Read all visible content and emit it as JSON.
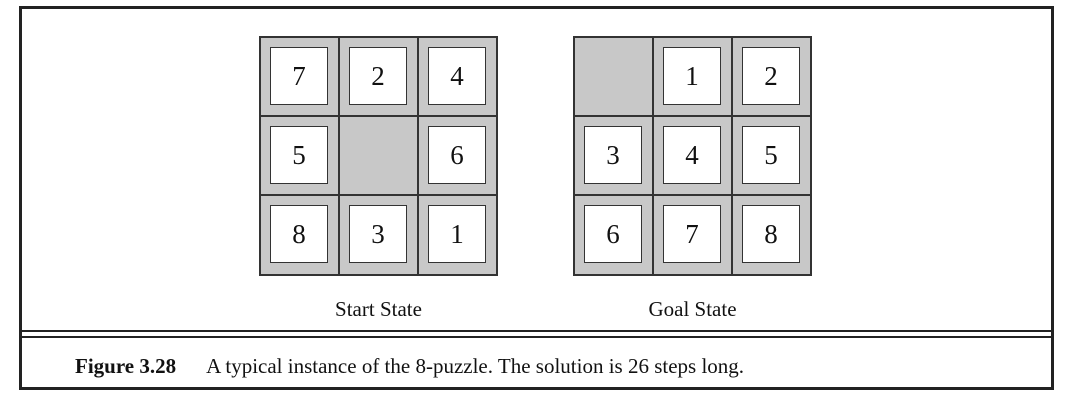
{
  "boards": [
    {
      "label": "Start State",
      "tiles": [
        "7",
        "2",
        "4",
        "5",
        "",
        "6",
        "8",
        "3",
        "1"
      ]
    },
    {
      "label": "Goal State",
      "tiles": [
        "",
        "1",
        "2",
        "3",
        "4",
        "5",
        "6",
        "7",
        "8"
      ]
    }
  ],
  "caption": {
    "figure_number": "Figure 3.28",
    "text": "A typical instance of the 8-puzzle. The solution is 26 steps long."
  },
  "colors": {
    "board_background": "#c8c8c8",
    "tile_background": "#ffffff",
    "border": "#333333"
  }
}
